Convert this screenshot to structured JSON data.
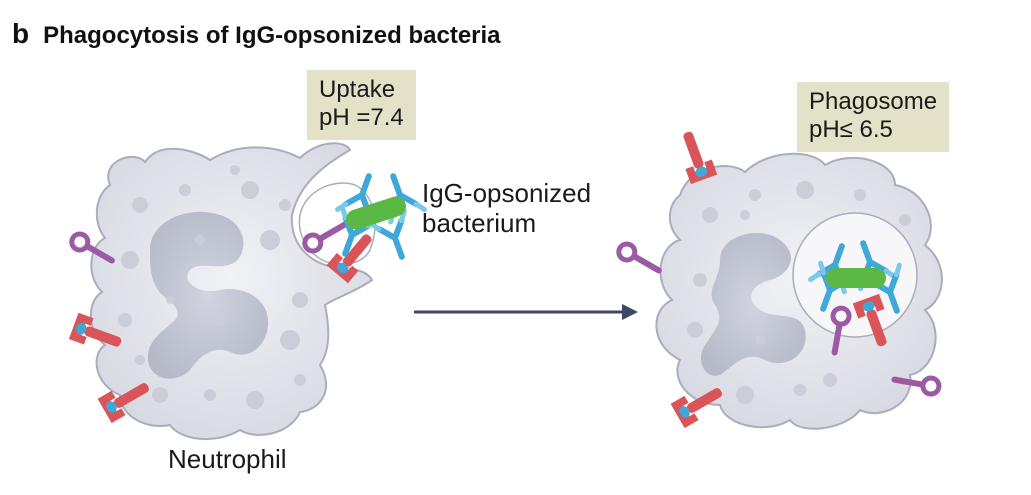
{
  "panel_letter": "b",
  "title": "Phagocytosis of IgG-opsonized bacteria",
  "uptake_box": {
    "line1": "Uptake",
    "line2": "pH =7.4"
  },
  "phagosome_box": {
    "line1": "Phagosome",
    "line2": "pH≤ 6.5"
  },
  "bacterium_label": {
    "line1": "IgG-opsonized",
    "line2": "bacterium"
  },
  "cell_label": "Neutrophil",
  "colors": {
    "cell_fill": "#e2e3e9",
    "nucleus_fill": "#c2c5d2",
    "granule_fill": "#cdd0db",
    "receptor_red": "#d9555a",
    "receptor_blue": "#3fa8d8",
    "receptor_purple": "#9c5aa4",
    "antibody_blue": "#3fa8d8",
    "bacterium_green": "#5cb845",
    "arrow": "#3d4a66",
    "ph_box": "#e4e1c9"
  }
}
